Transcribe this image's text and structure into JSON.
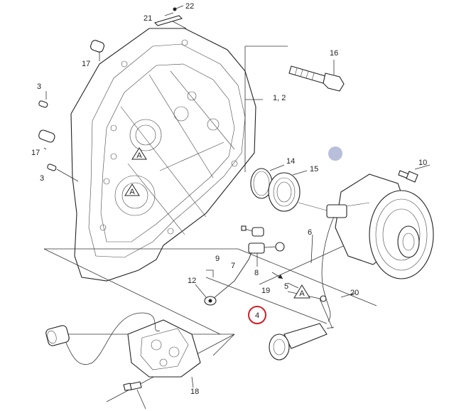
{
  "diagram": {
    "callouts": [
      {
        "id": "c22",
        "text": "22"
      },
      {
        "id": "c21",
        "text": "21"
      },
      {
        "id": "c17a",
        "text": "17"
      },
      {
        "id": "c16",
        "text": "16"
      },
      {
        "id": "c3a",
        "text": "3"
      },
      {
        "id": "c12b",
        "text": "1, 2"
      },
      {
        "id": "c17b",
        "text": "17"
      },
      {
        "id": "c14",
        "text": "14"
      },
      {
        "id": "c15",
        "text": "15"
      },
      {
        "id": "c10",
        "text": "10"
      },
      {
        "id": "c3b",
        "text": "3"
      },
      {
        "id": "c6",
        "text": "6"
      },
      {
        "id": "c9",
        "text": "9"
      },
      {
        "id": "c7",
        "text": "7"
      },
      {
        "id": "c8",
        "text": "8"
      },
      {
        "id": "c12",
        "text": "12"
      },
      {
        "id": "c19",
        "text": "19"
      },
      {
        "id": "c5",
        "text": "5"
      },
      {
        "id": "cA1",
        "text": "A"
      },
      {
        "id": "c20",
        "text": "20"
      },
      {
        "id": "c4",
        "text": "4"
      },
      {
        "id": "c18",
        "text": "18"
      }
    ],
    "warning_symbols": [
      {
        "text": "A"
      },
      {
        "text": "A"
      }
    ],
    "colors": {
      "selected_ring": "#d11f2a",
      "hover_dot": "#aab4d4"
    }
  }
}
